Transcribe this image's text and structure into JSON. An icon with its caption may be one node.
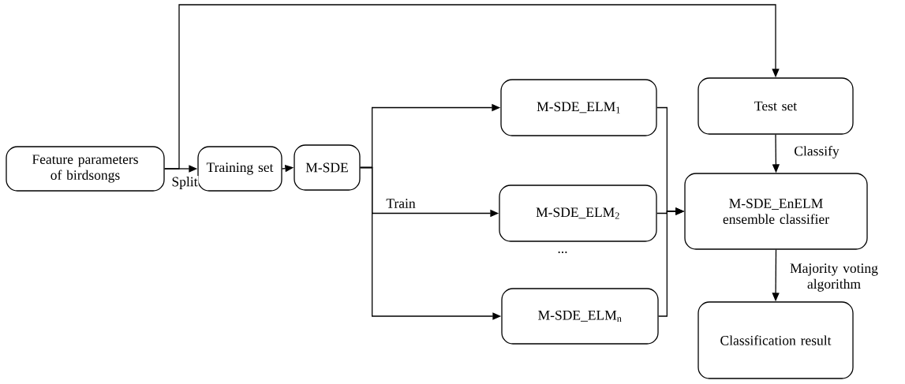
{
  "diagram": {
    "nodes": [
      {
        "text": [
          "Feature parameters of birdsongs"
        ]
      },
      {
        "text": [
          "Training set"
        ]
      },
      {
        "text": [
          "M-SDE"
        ]
      },
      {
        "text": [
          "M-SDE_ELM$_{1}$"
        ]
      },
      {
        "text": [
          "M-SDE_ELM$_{2}$"
        ]
      },
      {
        "text": [
          "M-SDE_ELM$_{n}$"
        ]
      },
      {
        "text": [
          "Test set"
        ]
      },
      {
        "text": [
          "M-SDE_EnELM ensemble classifier"
        ]
      },
      {
        "text": [
          "Classification result"
        ]
      }
    ],
    "edges": [
      {
        "from": 0,
        "to": 1,
        "arrow": "to",
        "label": "Split"
      },
      {
        "from": 0,
        "to": 6,
        "arrow": "to"
      },
      {
        "from": 1,
        "to": 2,
        "arrow": "to"
      },
      {
        "from": 2,
        "to": 3,
        "arrow": "to"
      },
      {
        "from": 2,
        "to": 4,
        "arrow": "to",
        "label": "Train"
      },
      {
        "from": 2,
        "to": 5,
        "arrow": "to"
      },
      {
        "from": 3,
        "to": 7,
        "arrow": "to"
      },
      {
        "from": 4,
        "to": 7,
        "arrow": "to"
      },
      {
        "from": 5,
        "to": 7,
        "arrow": "to"
      },
      {
        "from": 6,
        "to": 7,
        "arrow": "to",
        "label": "Classify"
      },
      {
        "from": 7,
        "to": 8,
        "arrow": "to",
        "label": "Majority voting algorithm"
      }
    ],
    "labels": [
      "..."
    ]
  }
}
